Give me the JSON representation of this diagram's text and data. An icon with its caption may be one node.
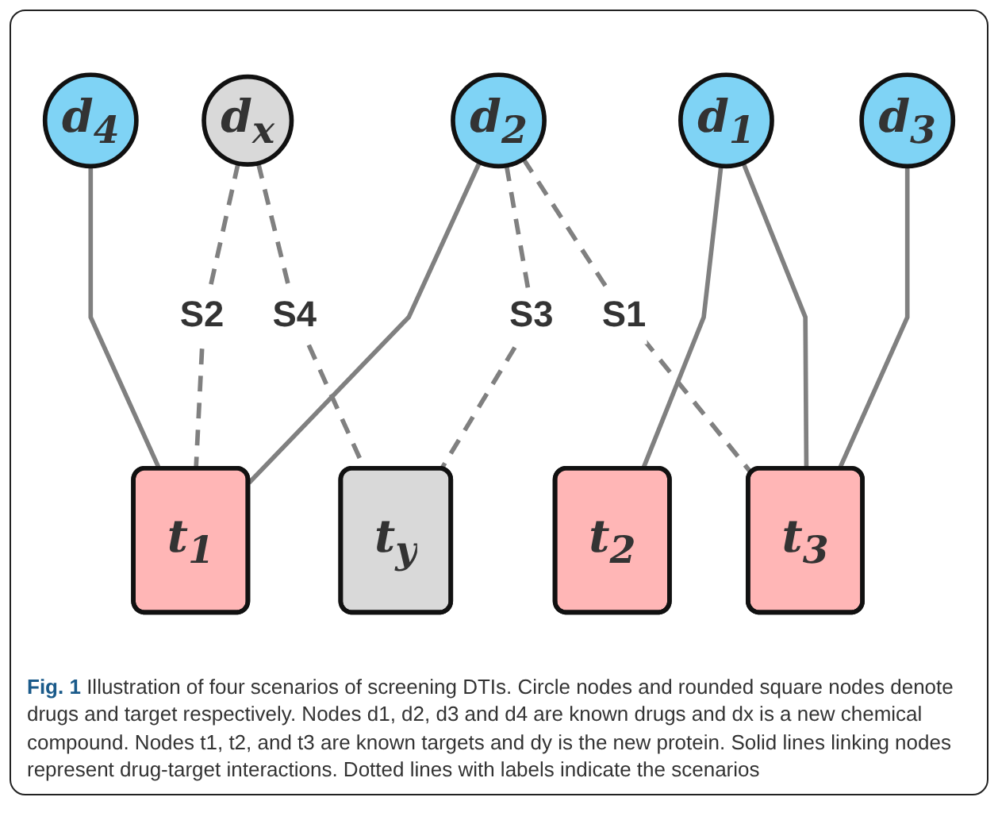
{
  "diagram": {
    "caption": "**Fig. 1** Illustration of four scenarios of screening DTIs. Circle nodes and rounded square nodes denote drugs and target respectively. Nodes d1, d2, d3 and d4 are known drugs and dx is a new chemical compound. Nodes t1, t2, and t3 are known targets and dy is the new protein. Solid lines linking nodes represent drug-target interactions. Dotted lines with labels indicate the scenarios",
    "nodes": [
      {
        "text": [
          "d$_{x}$"
        ]
      },
      {
        "text": [
          "d$_{1}$"
        ]
      },
      {
        "text": [
          "d$_{2}$"
        ]
      },
      {
        "text": [
          "d$_{3}$"
        ]
      },
      {
        "text": [
          "d$_{4}$"
        ]
      },
      {
        "text": [
          "t$_{y}$"
        ]
      },
      {
        "text": [
          "t$_{1}$"
        ]
      },
      {
        "text": [
          "t$_{2}$"
        ]
      },
      {
        "text": [
          "t$_{3}$"
        ]
      }
    ],
    "edges": [
      {
        "from": 1,
        "to": 7,
        "arrow": "none"
      },
      {
        "from": 1,
        "to": 8,
        "arrow": "none"
      },
      {
        "from": 2,
        "to": 6,
        "arrow": "none"
      },
      {
        "from": 3,
        "to": 8,
        "arrow": "none"
      },
      {
        "from": 4,
        "to": 6,
        "arrow": "none"
      },
      {
        "from": 0,
        "to": 6,
        "arrow": "none",
        "style": "dashed",
        "label": "S2"
      },
      {
        "from": 0,
        "to": 5,
        "arrow": "none",
        "style": "dashed",
        "label": "S4"
      },
      {
        "from": 2,
        "to": 5,
        "arrow": "none",
        "style": "dashed",
        "label": "S3"
      },
      {
        "from": 2,
        "to": 8,
        "arrow": "none",
        "style": "dashed",
        "label": "S1"
      }
    ]
  }
}
